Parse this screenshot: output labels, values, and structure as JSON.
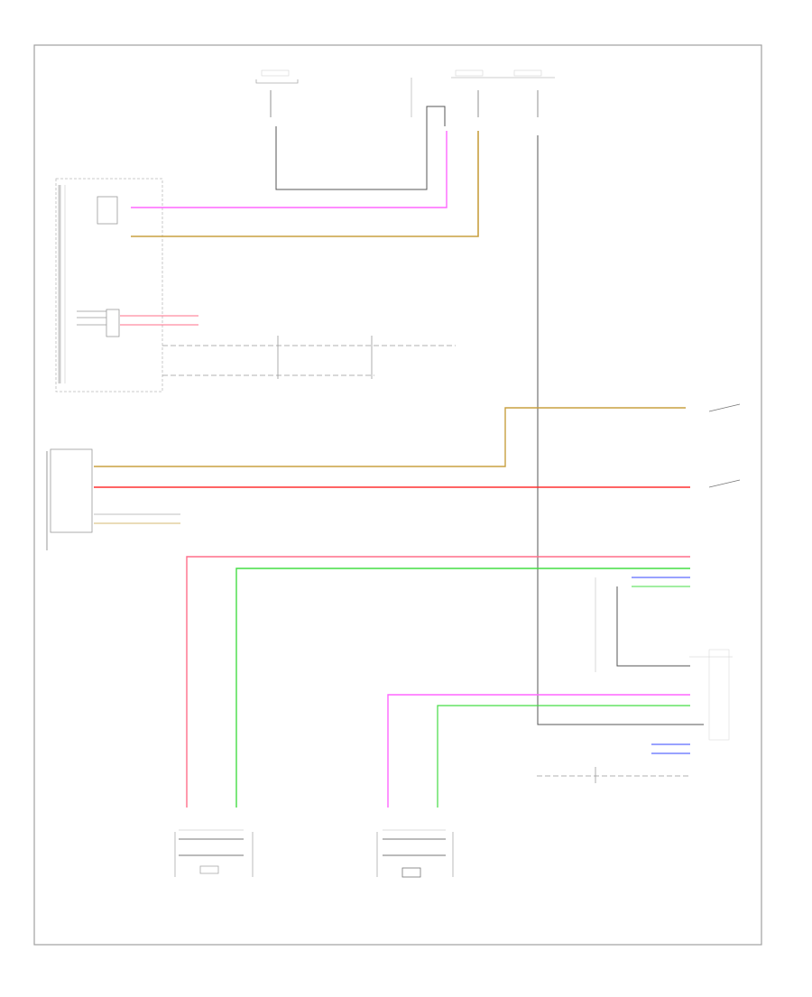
{
  "diagram": {
    "footer_code": "",
    "colors": {
      "frame": "#9a9a9a",
      "wire_black": "#555555",
      "wire_pink": "#ff66ff",
      "wire_tan": "#c8a040",
      "wire_red": "#ff3030",
      "wire_salmon": "#ff6f8a",
      "wire_green": "#44dd44",
      "wire_blue": "#3344ff",
      "wire_gray": "#9a9a9a"
    },
    "components": [],
    "wires": [
      {
        "name": "b-bk-fuse-loop",
        "color_key": "wire_black"
      },
      {
        "name": "b-pk-top",
        "color_key": "wire_pink"
      },
      {
        "name": "b-tan-top",
        "color_key": "wire_tan"
      },
      {
        "name": "b-bk-right-vertical",
        "color_key": "wire_black"
      },
      {
        "name": "b-tan-mid",
        "color_key": "wire_tan"
      },
      {
        "name": "b-red-mid",
        "color_key": "wire_red"
      },
      {
        "name": "b-salmon-left",
        "color_key": "wire_salmon"
      },
      {
        "name": "b-green-left",
        "color_key": "wire_green"
      },
      {
        "name": "b-pink-lower",
        "color_key": "wire_pink"
      },
      {
        "name": "b-green-lower",
        "color_key": "wire_green"
      }
    ]
  }
}
